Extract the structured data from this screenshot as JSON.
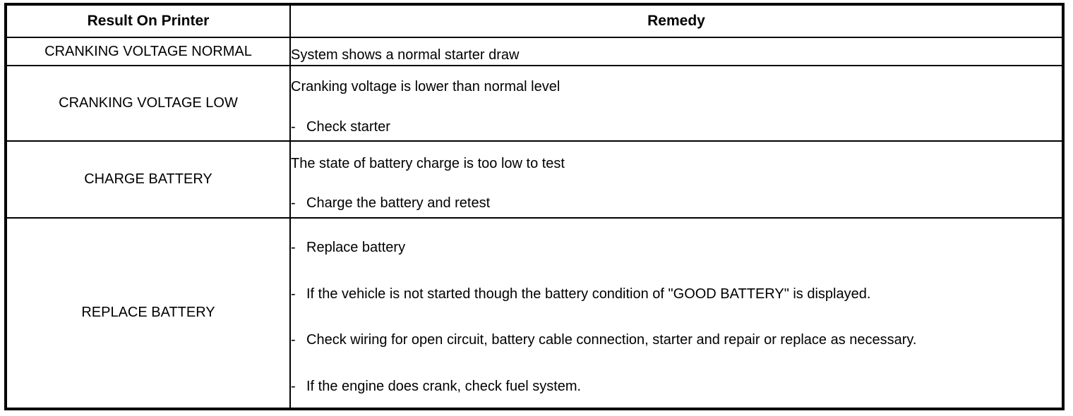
{
  "table": {
    "columns": [
      {
        "key": "result",
        "header": "Result On Printer"
      },
      {
        "key": "remedy",
        "header": "Remedy"
      }
    ],
    "rows": [
      {
        "result": "CRANKING VOLTAGE NORMAL",
        "remedy_lines": [
          {
            "bullet": false,
            "text": "System shows a normal starter draw"
          }
        ]
      },
      {
        "result": "CRANKING VOLTAGE LOW",
        "remedy_lines": [
          {
            "bullet": false,
            "text": "Cranking voltage is lower than normal level"
          },
          {
            "bullet": true,
            "dash": "-",
            "text": "Check starter"
          }
        ]
      },
      {
        "result": "CHARGE BATTERY",
        "remedy_lines": [
          {
            "bullet": false,
            "text": "The state of battery charge is too low to test"
          },
          {
            "bullet": true,
            "dash": "-",
            "text": "Charge the battery and retest"
          }
        ]
      },
      {
        "result": "REPLACE BATTERY",
        "remedy_lines": [
          {
            "bullet": true,
            "dash": "-",
            "text": "Replace battery"
          },
          {
            "bullet": true,
            "dash": "-",
            "text": "If the vehicle is not started though the battery condition of \"GOOD BATTERY\" is displayed."
          },
          {
            "bullet": true,
            "dash": "-",
            "text": "Check wiring for open circuit, battery cable connection, starter and repair or replace as necessary."
          },
          {
            "bullet": true,
            "dash": "-",
            "text": "If the engine does crank, check fuel system."
          }
        ]
      }
    ]
  },
  "colors": {
    "border": "#000000",
    "text": "#000000",
    "background": "#ffffff"
  }
}
